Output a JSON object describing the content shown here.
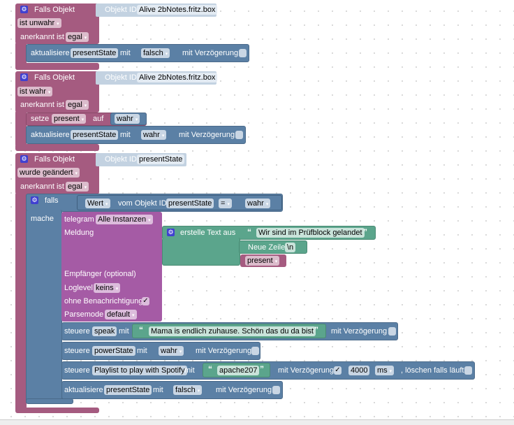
{
  "block1": {
    "title": "Falls Objekt",
    "objid_label": "Objekt ID",
    "objid": "Alive 2bNotes.fritz.box",
    "cond": "ist unwahr",
    "ack_label": "anerkannt ist",
    "ack": "egal",
    "update": {
      "label": "aktualisiere",
      "state": "presentState",
      "with": "mit",
      "value": "falsch",
      "delay": "mit Verzögerung"
    }
  },
  "block2": {
    "title": "Falls Objekt",
    "objid_label": "Objekt ID",
    "objid": "Alive 2bNotes.fritz.box",
    "cond": "ist wahr",
    "ack_label": "anerkannt ist",
    "ack": "egal",
    "set": {
      "label": "setze",
      "var": "present",
      "to": "auf",
      "value": "wahr"
    },
    "update": {
      "label": "aktualisiere",
      "state": "presentState",
      "with": "mit",
      "value": "wahr",
      "delay": "mit Verzögerung"
    }
  },
  "block3": {
    "title": "Falls Objekt",
    "objid_label": "Objekt ID",
    "objid": "presentState",
    "cond": "wurde geändert",
    "ack_label": "anerkannt ist",
    "ack": "egal",
    "if": {
      "label": "falls",
      "do": "mache",
      "prop": "Wert",
      "of": "vom Objekt ID",
      "objid": "presentState",
      "op": "=",
      "value": "wahr"
    },
    "telegram": {
      "label": "telegram",
      "instance": "Alle Instanzen",
      "message": "Meldung",
      "recipient": "Empfänger (optional)",
      "loglevel_label": "Loglevel",
      "loglevel": "keins",
      "silent": "ohne Benachrichtigung",
      "silent_check": "✓",
      "parsemode_label": "Parsemode",
      "parsemode": "default"
    },
    "text": {
      "label": "erstelle Text aus",
      "str1": "Wir sind im Prüfblock gelandet",
      "newline_label": "Neue Zeile",
      "newline": "\\n",
      "var": "present"
    },
    "speak": {
      "label": "steuere",
      "state": "speak",
      "with": "mit",
      "value": "Mama is endlich zuhause. Schön das du da bist",
      "delay": "mit Verzögerung"
    },
    "power": {
      "label": "steuere",
      "state": "powerState",
      "with": "mit",
      "value": "wahr",
      "delay": "mit Verzögerung"
    },
    "playlist": {
      "label": "steuere",
      "state": "Playlist to play with Spotify",
      "with": "mit",
      "value": "apache207",
      "delay": "mit Verzögerung",
      "delay_check": "✓",
      "ms": "4000",
      "unit": "ms",
      "clear": ", löschen falls läuft"
    },
    "update": {
      "label": "aktualisiere",
      "state": "presentState",
      "with": "mit",
      "value": "falsch",
      "delay": "mit Verzögerung"
    }
  },
  "icons": {
    "gear": "⚙",
    "dropdown": "▾",
    "quote_open": "“",
    "quote_close": "”"
  }
}
